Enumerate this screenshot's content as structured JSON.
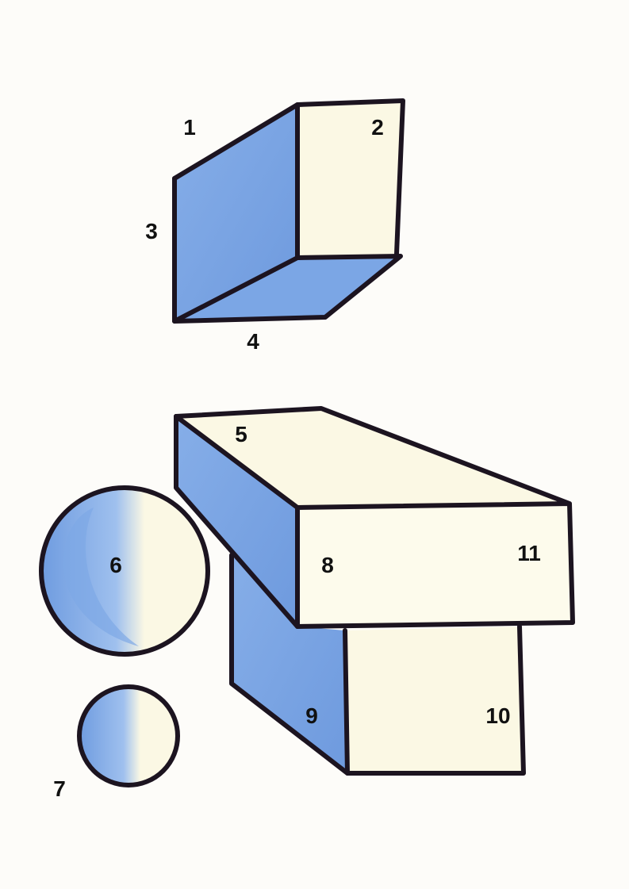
{
  "colors": {
    "paper": "#fdfcf9",
    "light_face": "#fbf8e4",
    "shaded_face": "#7fa9e6",
    "shaded_face_dark": "#6b98dd",
    "outline": "#1c1420"
  },
  "labels": {
    "l1": "1",
    "l2": "2",
    "l3": "3",
    "l4": "4",
    "l5": "5",
    "l6": "6",
    "l7": "7",
    "l8": "8",
    "l9": "9",
    "l10": "10",
    "l11": "11"
  }
}
